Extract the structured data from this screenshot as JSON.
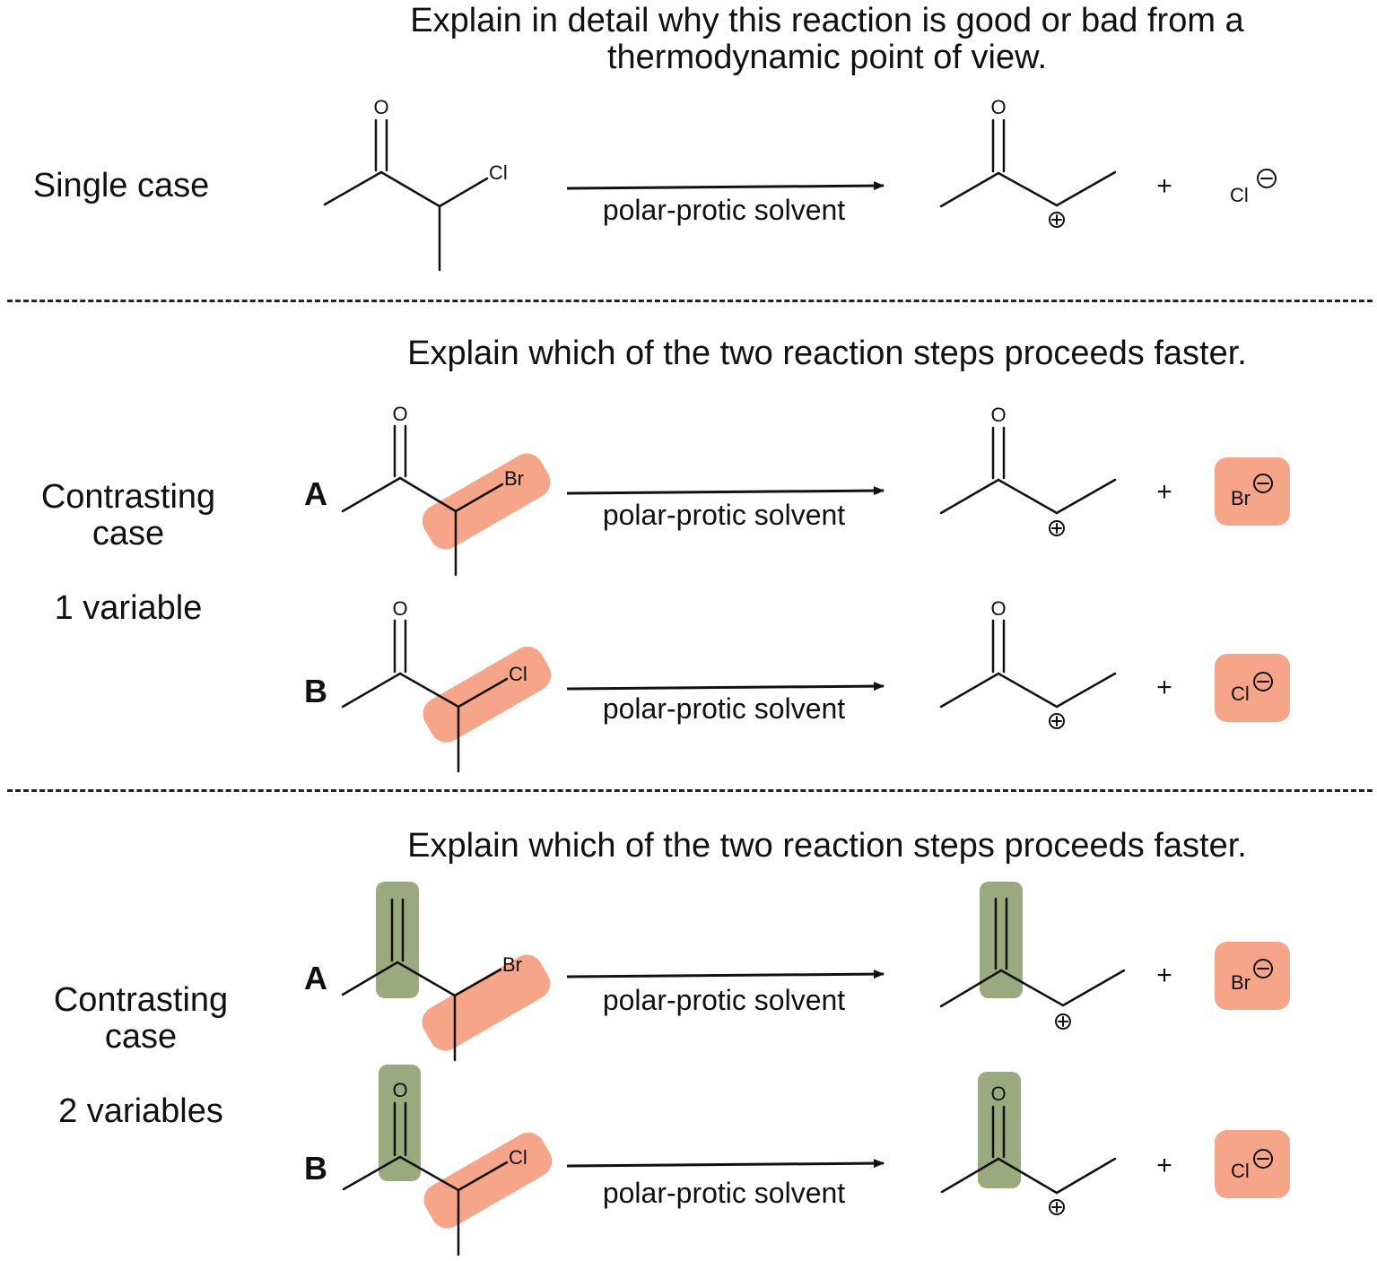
{
  "prompts": {
    "single": "Explain in detail why this reaction is good or bad from a thermodynamic point of view.",
    "single_line1": "Explain in detail why this reaction is good or bad from a",
    "single_line2": "thermodynamic point of view.",
    "contrast1": "Explain which of the two reaction steps proceeds faster.",
    "contrast2": "Explain which of the two reaction steps proceeds faster."
  },
  "side_labels": {
    "single": "Single case",
    "contrast1_line1": "Contrasting",
    "contrast1_line2": "case",
    "contrast1_vars": "1 variable",
    "contrast2_line1": "Contrasting",
    "contrast2_line2": "case",
    "contrast2_vars": "2 variables"
  },
  "reaction_letters": {
    "a": "A",
    "b": "B"
  },
  "condition": "polar-protic solvent",
  "atoms": {
    "oxygen": "O",
    "chlorine": "Cl",
    "bromine": "Br"
  },
  "plus": "+",
  "colors": {
    "highlight_orange": "#f6a589",
    "highlight_green": "#9ba97f"
  }
}
